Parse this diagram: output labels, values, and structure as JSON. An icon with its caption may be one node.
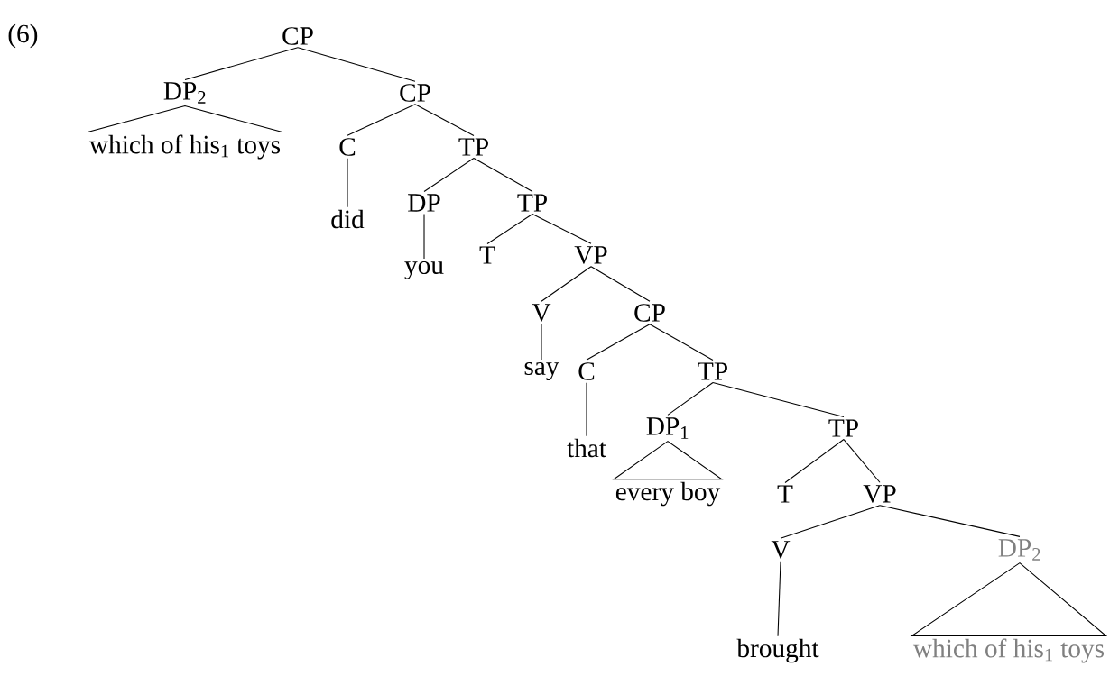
{
  "diagram": {
    "nodes": [
      {
        "text": [
          "CP"
        ]
      },
      {
        "text": [
          "DP$_{2}$"
        ]
      },
      {
        "text": [
          "CP"
        ]
      },
      {
        "text": [
          "which of his$_{1}$ toys"
        ]
      },
      {
        "text": [
          "C"
        ]
      },
      {
        "text": [
          "TP"
        ]
      },
      {
        "text": [
          "did"
        ]
      },
      {
        "text": [
          "DP"
        ]
      },
      {
        "text": [
          "TP"
        ]
      },
      {
        "text": [
          "you"
        ]
      },
      {
        "text": [
          "T"
        ]
      },
      {
        "text": [
          "VP"
        ]
      },
      {
        "text": [
          "V"
        ]
      },
      {
        "text": [
          "CP"
        ]
      },
      {
        "text": [
          "say"
        ]
      },
      {
        "text": [
          "C"
        ]
      },
      {
        "text": [
          "TP"
        ]
      },
      {
        "text": [
          "that"
        ]
      },
      {
        "text": [
          "DP$_{1}$"
        ]
      },
      {
        "text": [
          "TP"
        ]
      },
      {
        "text": [
          "every boy"
        ]
      },
      {
        "text": [
          "T"
        ]
      },
      {
        "text": [
          "VP"
        ]
      },
      {
        "text": [
          "V"
        ]
      },
      {
        "text": [
          "DP$_{2}$"
        ]
      },
      {
        "text": [
          "brought"
        ]
      },
      {
        "text": [
          "which of his$_{1}$ toys"
        ]
      }
    ],
    "edges": [
      {
        "from": 0,
        "to": 1,
        "arrow": "none"
      },
      {
        "from": 0,
        "to": 2,
        "arrow": "none"
      },
      {
        "from": 1,
        "to": 3,
        "arrow": "none"
      },
      {
        "from": 2,
        "to": 4,
        "arrow": "none"
      },
      {
        "from": 2,
        "to": 5,
        "arrow": "none"
      },
      {
        "from": 4,
        "to": 6,
        "arrow": "none"
      },
      {
        "from": 5,
        "to": 7,
        "arrow": "none"
      },
      {
        "from": 5,
        "to": 8,
        "arrow": "none"
      },
      {
        "from": 7,
        "to": 9,
        "arrow": "none"
      },
      {
        "from": 8,
        "to": 10,
        "arrow": "none"
      },
      {
        "from": 8,
        "to": 11,
        "arrow": "none"
      },
      {
        "from": 11,
        "to": 12,
        "arrow": "none"
      },
      {
        "from": 11,
        "to": 13,
        "arrow": "none"
      },
      {
        "from": 12,
        "to": 14,
        "arrow": "none"
      },
      {
        "from": 13,
        "to": 15,
        "arrow": "none"
      },
      {
        "from": 13,
        "to": 16,
        "arrow": "none"
      },
      {
        "from": 15,
        "to": 17,
        "arrow": "none"
      },
      {
        "from": 16,
        "to": 18,
        "arrow": "none"
      },
      {
        "from": 16,
        "to": 19,
        "arrow": "none"
      },
      {
        "from": 18,
        "to": 20,
        "arrow": "none"
      },
      {
        "from": 19,
        "to": 21,
        "arrow": "none"
      },
      {
        "from": 19,
        "to": 22,
        "arrow": "none"
      },
      {
        "from": 22,
        "to": 23,
        "arrow": "none"
      },
      {
        "from": 22,
        "to": 24,
        "arrow": "none"
      },
      {
        "from": 23,
        "to": 25,
        "arrow": "none"
      },
      {
        "from": 24,
        "to": 26,
        "arrow": "none"
      }
    ],
    "labels": [
      "(6)"
    ]
  }
}
